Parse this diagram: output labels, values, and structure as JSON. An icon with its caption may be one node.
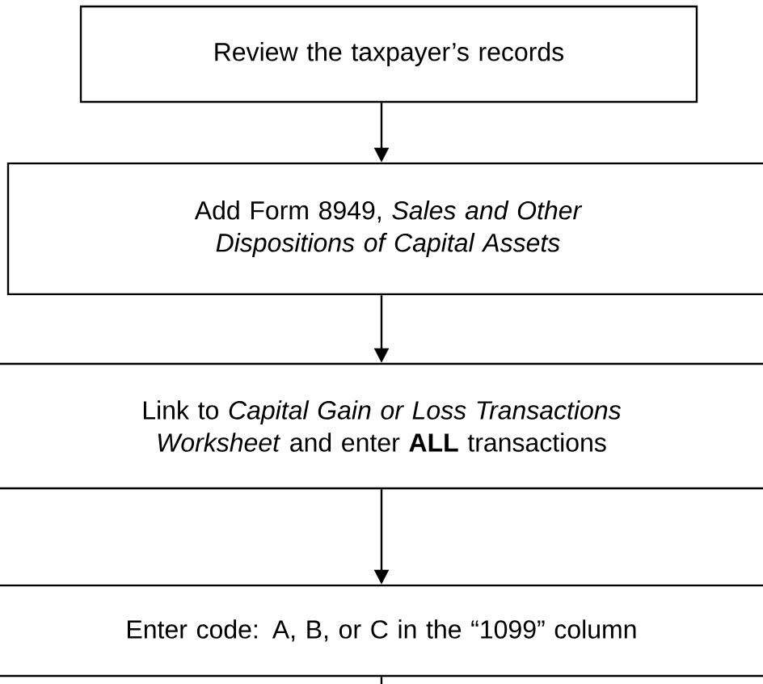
{
  "diagram": {
    "nodes": [
      {
        "text": [
          "Review the taxpayer’s records"
        ]
      },
      {
        "text": [
          "Add Form 8949, *Sales and Other Dispositions of Capital Assets*"
        ]
      },
      {
        "text": [
          "Link to *Capital Gain or Loss Transactions Worksheet* and enter **ALL** transactions"
        ]
      },
      {
        "text": [
          "Enter code: A, B, or C in the “1099” column"
        ]
      }
    ],
    "edges": [
      {
        "from": 0,
        "to": 1,
        "arrow": "to"
      },
      {
        "from": 1,
        "to": 2,
        "arrow": "to"
      },
      {
        "from": 2,
        "to": 3,
        "arrow": "to"
      },
      {
        "from": 3,
        "to": null,
        "arrow": "none"
      }
    ]
  }
}
